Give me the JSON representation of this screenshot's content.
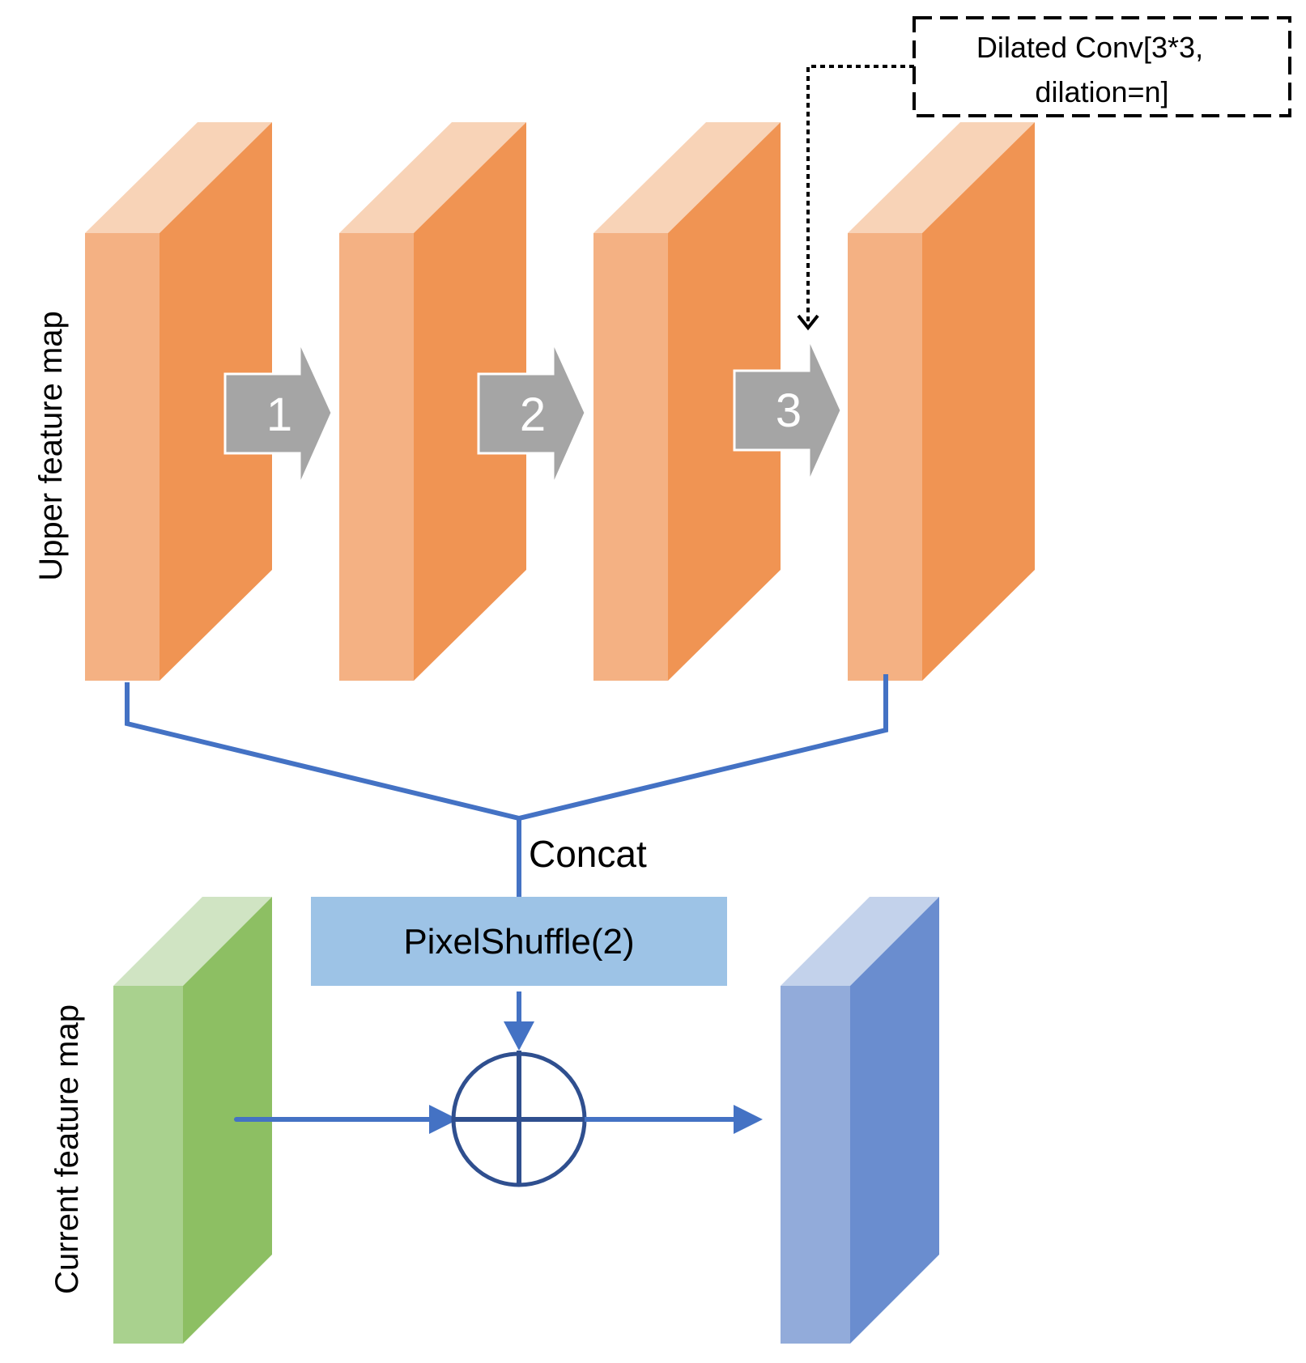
{
  "labels": {
    "upper_feature_map": "Upper feature map",
    "current_feature_map": "Current feature map",
    "dilated_conv_line1": "Dilated Conv[3*3,",
    "dilated_conv_line2": "dilation=n]",
    "concat": "Concat",
    "pixel_shuffle": "PixelShuffle(2)"
  },
  "steps": [
    "1",
    "2",
    "3"
  ],
  "colors": {
    "orange_front": "#F4B183",
    "orange_side": "#F09453",
    "orange_top": "#F8D3B7",
    "green_front": "#A9D18E",
    "green_side": "#8DBF63",
    "green_top": "#D0E4C3",
    "blue_front": "#92ABDA",
    "blue_side": "#6A8DCF",
    "blue_top": "#C3D2EB",
    "connector_blue": "#4472C4",
    "adder_navy": "#2F4F8F",
    "pixelshuffle_fill": "#9DC3E6",
    "step_arrow_gray": "#A5A5A5"
  }
}
